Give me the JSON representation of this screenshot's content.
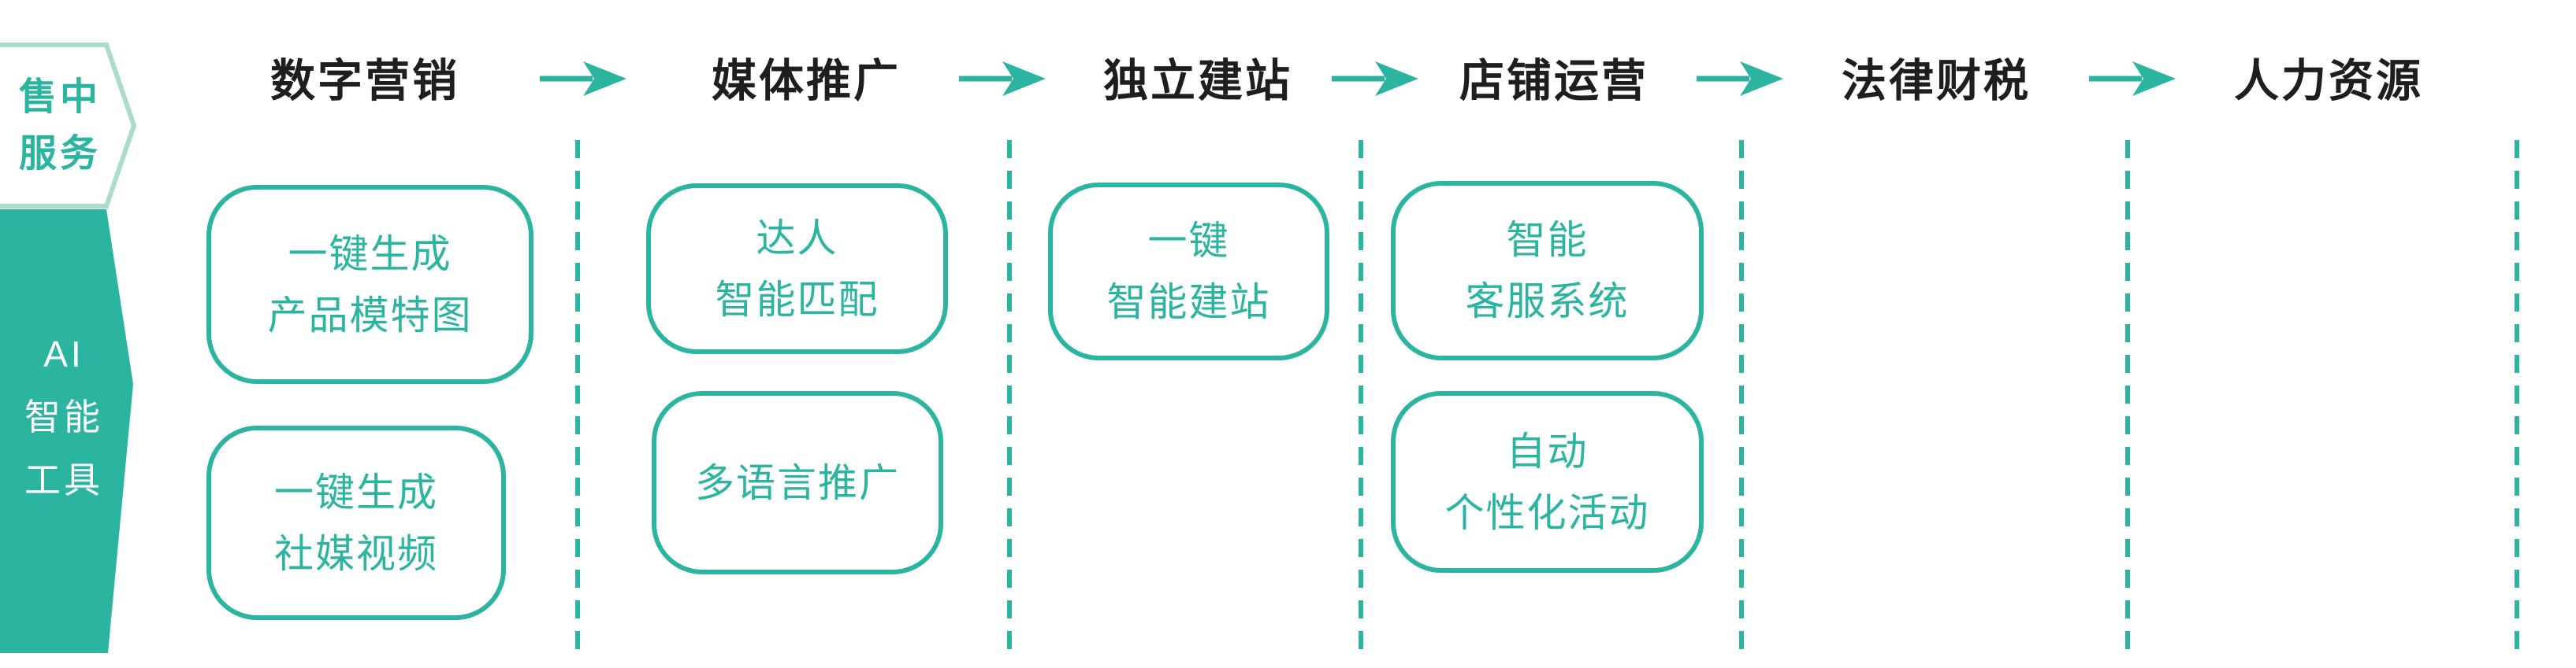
{
  "palette": {
    "teal": "#2BB5A1",
    "teal_light": "#A9DCCB",
    "ink": "#1E1E1E",
    "white": "#FFFFFF"
  },
  "left_rail": {
    "phase_badge": {
      "lines": [
        "售中",
        "服务"
      ]
    },
    "ai_banner": {
      "lines": [
        "AI",
        "智能",
        "工具"
      ]
    }
  },
  "flow": {
    "steps": [
      {
        "label": "数字营销",
        "boxes": [
          "一键生成\n产品模特图",
          "一键生成\n社媒视频"
        ]
      },
      {
        "label": "媒体推广",
        "boxes": [
          "达人\n智能匹配",
          "多语言推广"
        ]
      },
      {
        "label": "独立建站",
        "boxes": [
          "一键\n智能建站"
        ]
      },
      {
        "label": "店铺运营",
        "boxes": [
          "智能\n客服系统",
          "自动\n个性化活动"
        ]
      },
      {
        "label": "法律财税",
        "boxes": []
      },
      {
        "label": "人力资源",
        "boxes": []
      }
    ]
  }
}
